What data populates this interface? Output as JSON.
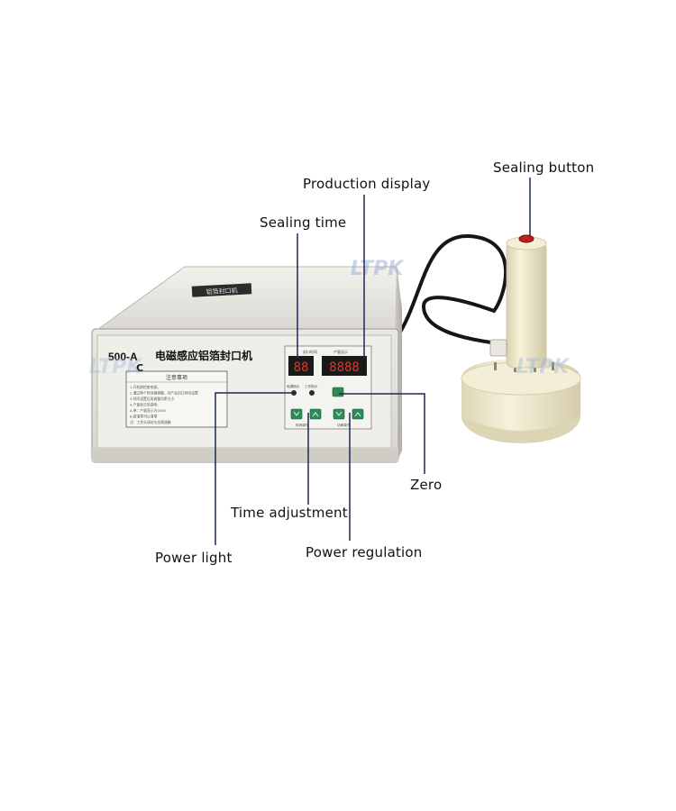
{
  "image": {
    "subject": "Electromagnetic induction aluminum foil sealing machine with handheld sealing head",
    "background": "#ffffff"
  },
  "machine": {
    "model": "500-A",
    "model_suffix": "C",
    "title_cn": "电磁感应铝箔封口机",
    "top_label": "铝箔封口机",
    "notice_title": "注意事项",
    "notice_lines": [
      "1.开机前检查电源。",
      "2.通过两个时间键调整，对产品封口时间设置",
      "3.时间设置后再调整功率大小",
      "4.产量显示的说明：",
      "  A.单：产量显示为0000",
      "  B.按清零可以清零",
      "  注：工作头请勿与金属接触"
    ],
    "panel_labels": {
      "sealing_time_cn": "封口时间",
      "production_cn": "产量显示",
      "power_light_cn": "电源指示",
      "work_light_cn": "工作指示",
      "time_adjust_cn": "时间调节",
      "power_adjust_cn": "功率调节"
    },
    "time_display": "88",
    "production_display": "8888"
  },
  "watermark": {
    "text": "LTPK"
  },
  "callouts": {
    "sealing_button": "Sealing button",
    "production_display": "Production display",
    "sealing_time": "Sealing time",
    "zero": "Zero",
    "time_adjustment": "Time adjustment",
    "power_light": "Power light",
    "power_regulation": "Power regulation"
  },
  "colors": {
    "housing": "#dcdad2",
    "panel": "#efefea",
    "display_bg": "#1a1a1a",
    "display_digit": "#d33a2b",
    "button_green": "#2f8a55",
    "sealing_head": "#f1ebcb",
    "cable": "#161616",
    "leader_line": "#1b2a55",
    "watermark": "#9db3d6"
  }
}
